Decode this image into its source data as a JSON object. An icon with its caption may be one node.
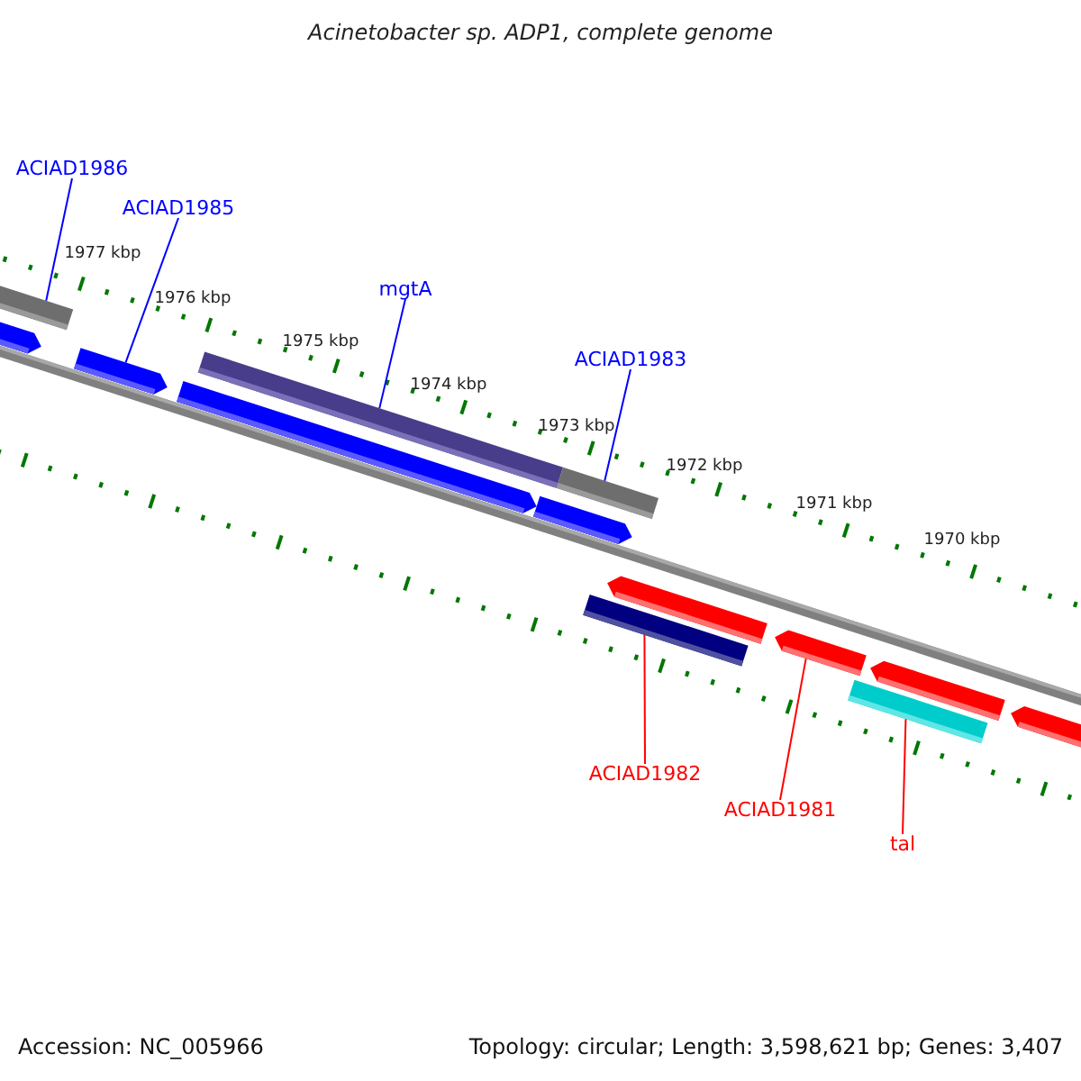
{
  "diagram": {
    "title": "Acinetobacter sp. ADP1, complete genome",
    "nodes": [
      {
        "text": [
          "ACIAD1986"
        ]
      },
      {
        "text": [
          "ACIAD1985"
        ]
      },
      {
        "text": [
          "mgtA"
        ]
      },
      {
        "text": [
          "ACIAD1983"
        ]
      },
      {
        "text": [
          "ACIAD1982"
        ]
      },
      {
        "text": [
          "ACIAD1981"
        ]
      },
      {
        "text": [
          "tal"
        ]
      },
      {
        "text": [],
        "shape": "bar"
      },
      {
        "text": [],
        "shape": "bar"
      },
      {
        "text": [],
        "shape": "bar"
      },
      {
        "text": [],
        "shape": "bar"
      },
      {
        "text": [],
        "shape": "bar"
      },
      {
        "text": [],
        "shape": "bar"
      },
      {
        "text": [],
        "shape": "bar"
      },
      {
        "text": [],
        "shape": "bar"
      },
      {
        "text": [],
        "shape": "bar"
      },
      {
        "text": [],
        "shape": "bar"
      },
      {
        "text": [],
        "shape": "bar"
      },
      {
        "text": [],
        "shape": "bar"
      },
      {
        "text": [],
        "shape": "bar"
      }
    ],
    "edges": [
      {
        "from": 0,
        "to": 7,
        "arrow": "none"
      },
      {
        "from": 1,
        "to": 9,
        "arrow": "none"
      },
      {
        "from": 2,
        "to": 10,
        "arrow": "none"
      },
      {
        "from": 3,
        "to": 12,
        "arrow": "none"
      },
      {
        "from": 4,
        "to": 15,
        "arrow": "none",
        "color": "#ff0000"
      },
      {
        "from": 5,
        "to": 16,
        "arrow": "none",
        "color": "#ff0000"
      },
      {
        "from": 6,
        "to": 18,
        "arrow": "none",
        "color": "#ff0000"
      }
    ],
    "labels": [
      "1977 kbp",
      "1976 kbp",
      "1975 kbp",
      "1974 kbp",
      "1973 kbp",
      "1972 kbp",
      "1971 kbp",
      "1970 kbp",
      "Accession: NC_005966",
      "Topology: circular; Length: 3,598,621 bp; Genes: 3,407"
    ]
  }
}
